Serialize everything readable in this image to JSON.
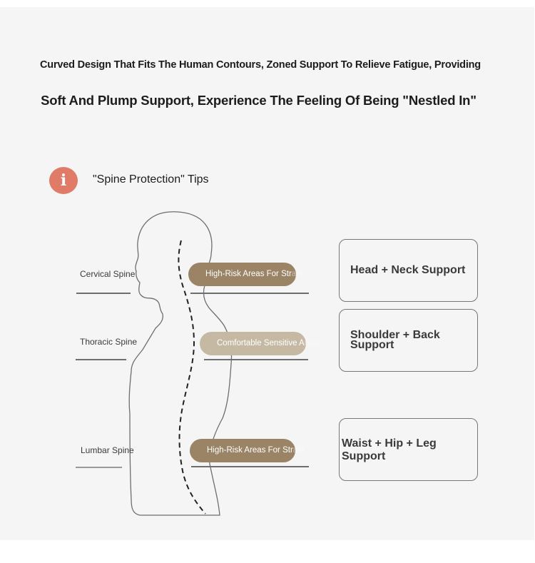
{
  "header": {
    "line1": "Curved Design That Fits The Human Contours, Zoned Support To Relieve Fatigue, Providing",
    "line2": "Soft And Plump Support, Experience The Feeling Of Being \"Nestled In\""
  },
  "tips": {
    "icon": "info-icon",
    "icon_glyph": "i",
    "title": "\"Spine Protection\" Tips",
    "accent_color": "#df7b66"
  },
  "spine_regions": [
    {
      "label": "Cervical Spine",
      "pill_visible": "High-Risk Areas For Str",
      "pill_faded": "ain",
      "pill_style": "dark",
      "card": "Head + Neck Support"
    },
    {
      "label": "Thoracic Spine",
      "pill_visible": "Comfortable Sensitive A",
      "pill_faded": "reas",
      "pill_style": "light",
      "card": "Shoulder + Back Support"
    },
    {
      "label": "Lumbar Spine",
      "pill_visible": "High-Risk Areas For Str",
      "pill_faded": "ain",
      "pill_style": "dark",
      "card": "Waist + Hip + Leg Support"
    }
  ],
  "colors": {
    "panel_bg": "#f5f5f5",
    "pill_dark": "#9a8465",
    "pill_light": "#c6b9a4",
    "outline": "#6e6e6e"
  }
}
